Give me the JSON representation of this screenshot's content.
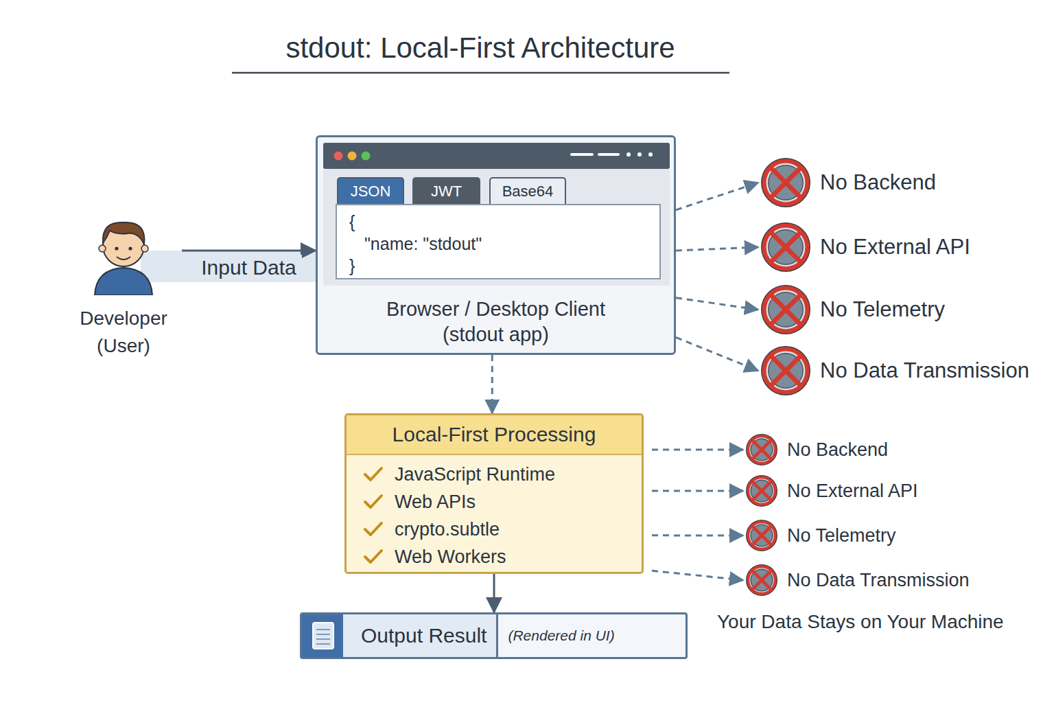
{
  "diagram": {
    "title": "stdout: Local-First Architecture",
    "nodes": [
      {
        "text": [
          "Developer (User)"
        ]
      },
      {
        "text": [
          "Browser / Desktop Client (stdout app)"
        ]
      },
      {
        "text": [
          "JSON"
        ],
        "in": 1
      },
      {
        "text": [
          "JWT"
        ],
        "in": 1
      },
      {
        "text": [
          "Base64"
        ],
        "in": 1
      },
      {
        "text": [
          "{",
          "\"name: \"stdout\"",
          "}"
        ],
        "in": 1
      },
      {
        "text": [
          "No Backend"
        ]
      },
      {
        "text": [
          "No External API"
        ]
      },
      {
        "text": [
          "No Telemetry"
        ]
      },
      {
        "text": [
          "No Data Transmission"
        ]
      },
      {
        "text": [
          "Local-First Processing",
          "JavaScript Runtime",
          "Web APIs",
          "crypto.subtle",
          "Web Workers"
        ]
      },
      {
        "text": [
          "No Backend"
        ]
      },
      {
        "text": [
          "No External API"
        ]
      },
      {
        "text": [
          "No Telemetry"
        ]
      },
      {
        "text": [
          "No Data Transmission"
        ]
      },
      {
        "text": [
          "Output Result",
          "(Rendered in UI)"
        ]
      }
    ],
    "edges": [
      {
        "from": 0,
        "to": 1,
        "label": "Input Data",
        "arrow": "to"
      },
      {
        "from": 1,
        "to": 6,
        "arrow": "to"
      },
      {
        "from": 1,
        "to": 7,
        "arrow": "to"
      },
      {
        "from": 1,
        "to": 8,
        "arrow": "to"
      },
      {
        "from": 1,
        "to": 9,
        "arrow": "to"
      },
      {
        "from": 1,
        "to": 10,
        "arrow": "to"
      },
      {
        "from": 10,
        "to": 11,
        "arrow": "to"
      },
      {
        "from": 10,
        "to": 12,
        "arrow": "to"
      },
      {
        "from": 10,
        "to": 13,
        "arrow": "to"
      },
      {
        "from": 10,
        "to": 14,
        "arrow": "to"
      },
      {
        "from": 10,
        "to": 15,
        "arrow": "to"
      }
    ],
    "labels": [
      "Your Data Stays on Your Machine"
    ]
  }
}
